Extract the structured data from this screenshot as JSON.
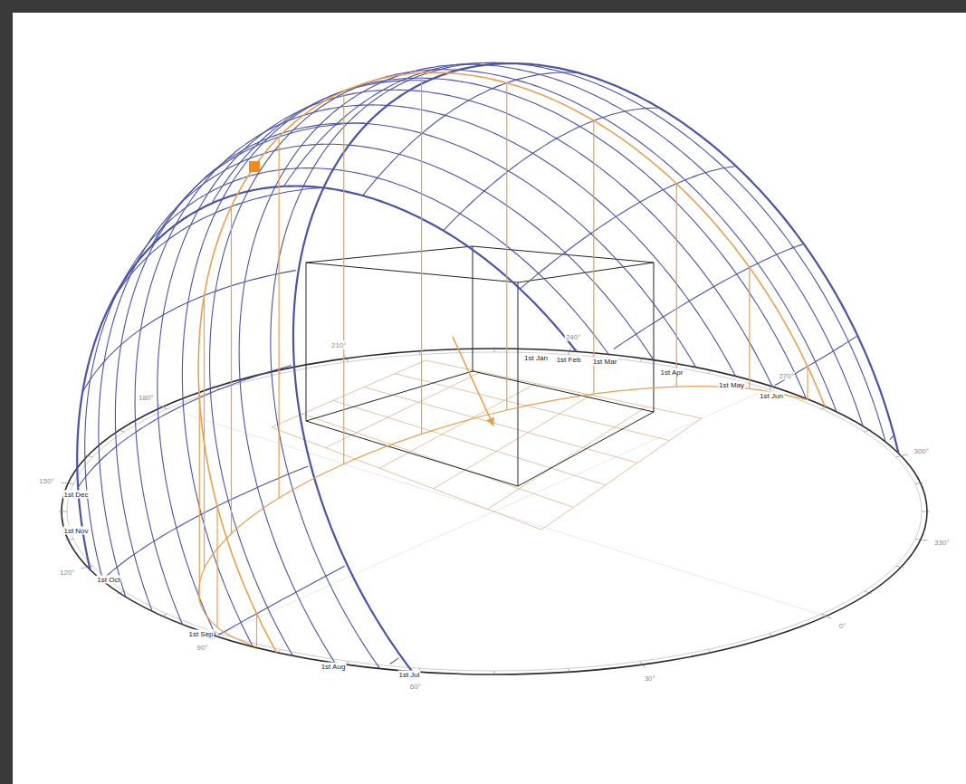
{
  "diagram": {
    "labels": [
      "1st Jan",
      "1st Feb",
      "1st Mar",
      "1st Apr",
      "1st May",
      "1st Jun",
      "1st Jul",
      "1st Aug",
      "1st Sep",
      "1st Oct",
      "1st Nov",
      "1st Dec",
      "0°",
      "30°",
      "60°",
      "90°",
      "120°",
      "150°",
      "180°",
      "210°",
      "240°",
      "270°",
      "300°",
      "330°"
    ]
  }
}
